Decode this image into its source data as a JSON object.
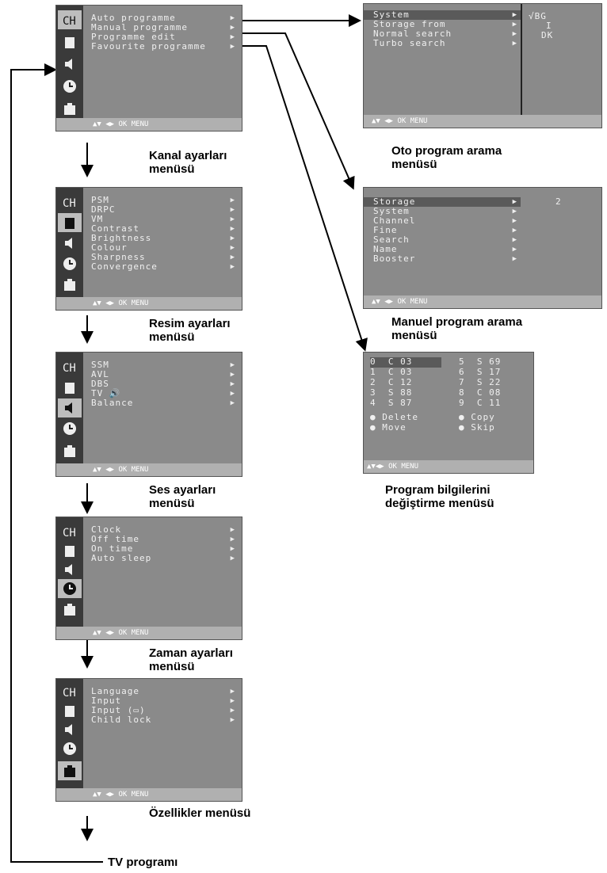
{
  "menus": {
    "kanal": {
      "items": [
        "Auto programme",
        "Manual programme",
        "Programme edit",
        "Favourite programme"
      ],
      "footer": "▲▼ ◀▶ OK MENU",
      "caption": [
        "Kanal ayarları",
        "menüsü"
      ]
    },
    "resim": {
      "items": [
        "PSM",
        "DRPC",
        "VM",
        "Contrast",
        "Brightness",
        "Colour",
        "Sharpness",
        "Convergence"
      ],
      "footer": "▲▼ ◀▶ OK MENU",
      "caption": [
        "Resim ayarları",
        "menüsü"
      ]
    },
    "ses": {
      "items": [
        "SSM",
        "AVL",
        "DBS",
        "TV 🔊",
        "Balance"
      ],
      "footer": "▲▼ ◀▶ OK MENU",
      "caption": [
        "Ses ayarları",
        "menüsü"
      ]
    },
    "zaman": {
      "items": [
        "Clock",
        "Off time",
        "On time",
        "Auto sleep"
      ],
      "footer": "▲▼ ◀▶ OK MENU",
      "caption": [
        "Zaman ayarları",
        "menüsü"
      ]
    },
    "ozellik": {
      "items": [
        "Language",
        "Input",
        "Input (▭)",
        "Child lock"
      ],
      "footer": "▲▼ ◀▶ OK MENU",
      "caption": [
        "Özellikler menüsü"
      ]
    }
  },
  "oto": {
    "items": [
      "System",
      "Storage from",
      "Normal search",
      "Turbo search"
    ],
    "right": [
      "√BG",
      "I",
      "DK"
    ],
    "footer": "▲▼ ◀▶ OK MENU",
    "caption": [
      "Oto program arama",
      "menüsü"
    ]
  },
  "manuel": {
    "items": [
      "Storage",
      "System",
      "Channel",
      "Fine",
      "Search",
      "Name",
      "Booster"
    ],
    "right": [
      "2"
    ],
    "footer": "▲▼ ◀▶ OK MENU",
    "caption": [
      "Manuel program arama",
      "menüsü"
    ]
  },
  "edit": {
    "rows": [
      "0  C 03",
      "1  C 03",
      "2  C 12",
      "3  S 88",
      "4  S 87"
    ],
    "rows_right": [
      "5  S 69",
      "6  S 17",
      "7  S 22",
      "8  C 08",
      "9  C 11"
    ],
    "actions": [
      "● Delete",
      "● Copy",
      "● Move",
      "● Skip"
    ],
    "footer": "▲▼◀▶ OK MENU",
    "caption": [
      "Program bilgilerini",
      "değiştirme menüsü"
    ]
  },
  "tv_label": "TV programı",
  "icons": [
    "ch-icon",
    "picture-icon",
    "sound-icon",
    "clock-icon",
    "special-icon"
  ]
}
